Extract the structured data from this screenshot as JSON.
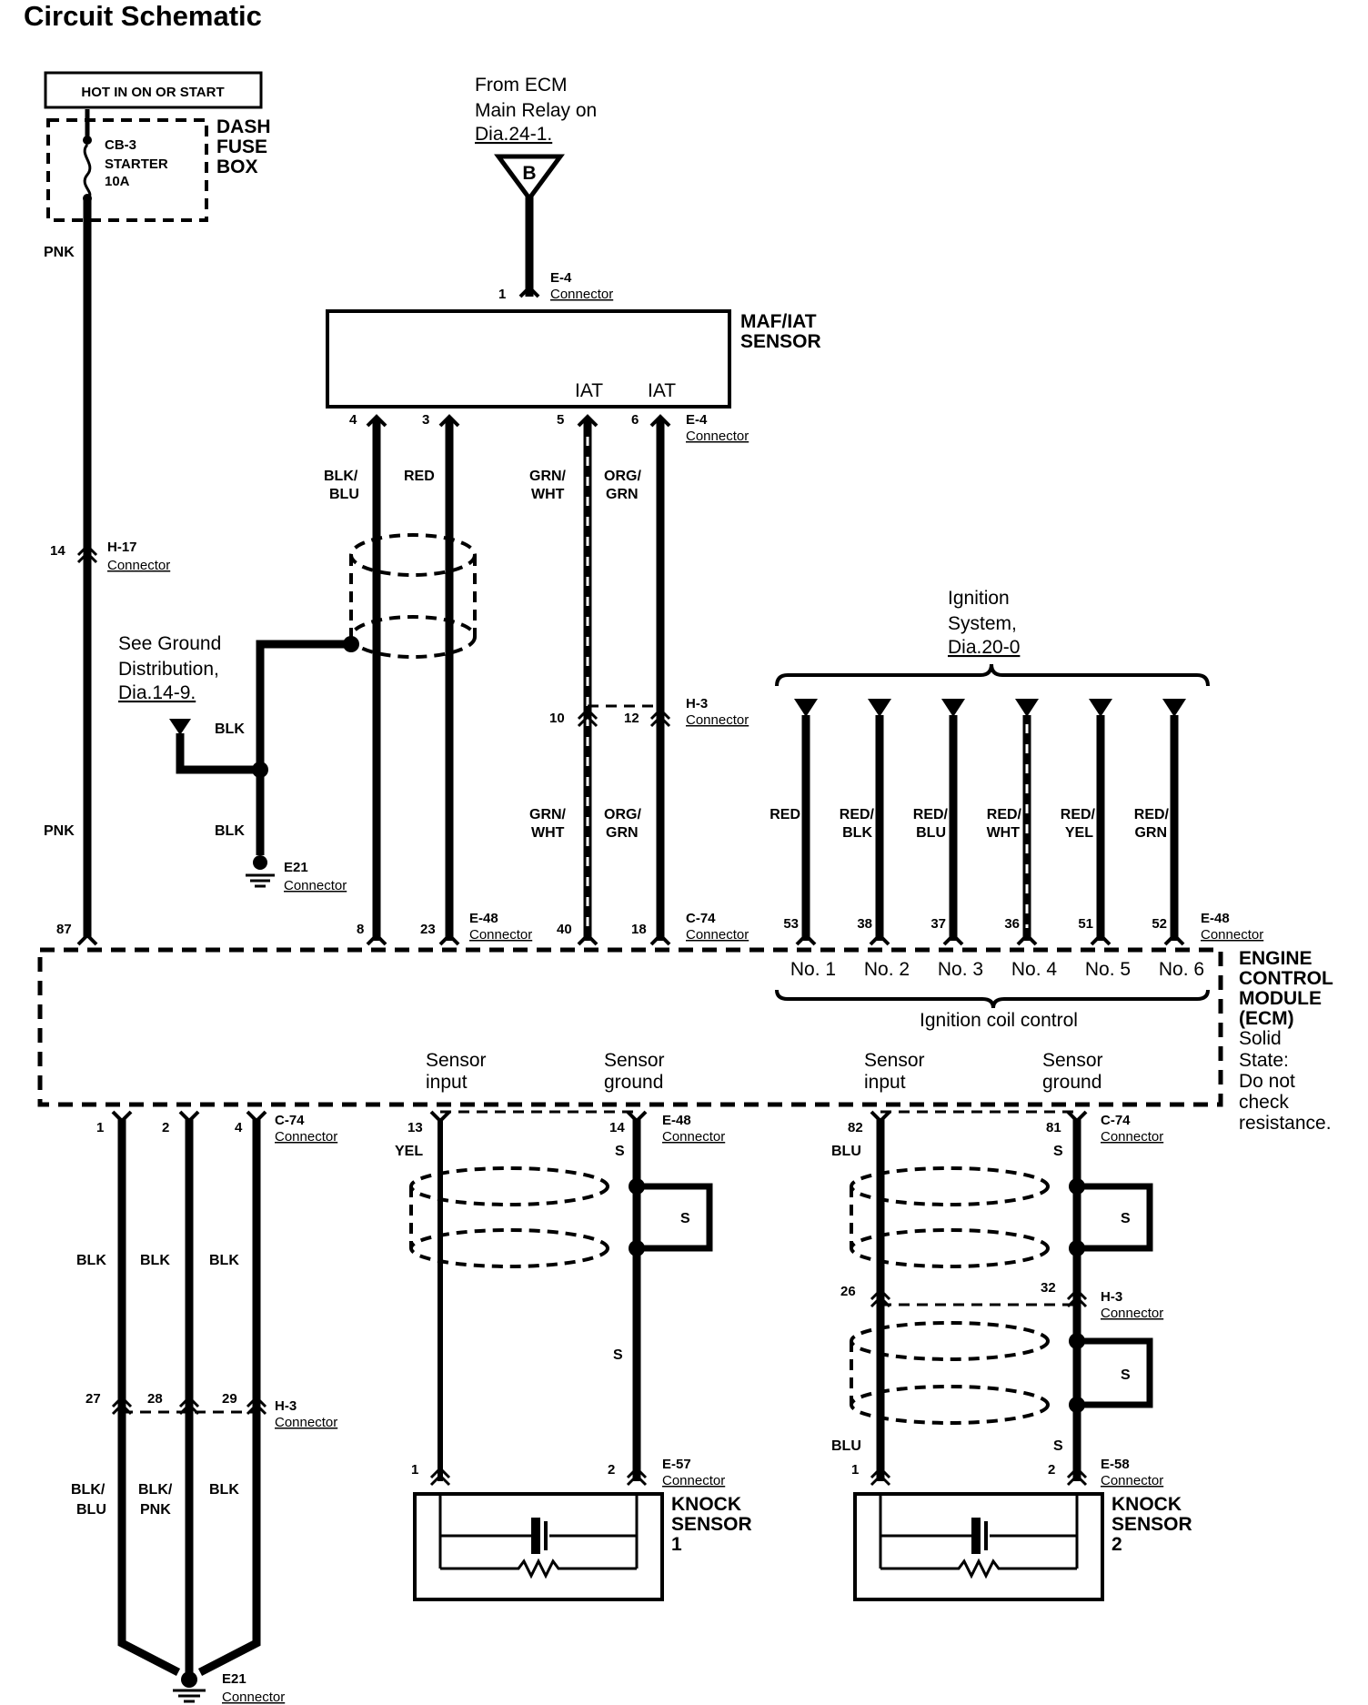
{
  "title": "Circuit Schematic",
  "fuse_box": {
    "hot_label": "HOT IN ON OR START",
    "fuse_id": "CB-3",
    "fuse_name": "STARTER",
    "fuse_rating": "10A",
    "box_label": [
      "DASH",
      "FUSE",
      "BOX"
    ]
  },
  "ecm_relay": {
    "from_lines": [
      "From ECM",
      "Main Relay on",
      "Dia.24-1."
    ],
    "ref_letter": "B"
  },
  "maf": {
    "label": [
      "MAF/IAT",
      "SENSOR"
    ],
    "iat_labels": [
      "IAT",
      "IAT"
    ],
    "top_pin": "1",
    "top_connector": [
      "E-4",
      "Connector"
    ],
    "bottom_connector": [
      "E-4",
      "Connector"
    ],
    "bottom_pins": [
      "4",
      "3",
      "5",
      "6"
    ]
  },
  "wires": {
    "pnk": "PNK",
    "blk_blu": [
      "BLK/",
      "BLU"
    ],
    "red": "RED",
    "grn_wht": [
      "GRN/",
      "WHT"
    ],
    "org_grn": [
      "ORG/",
      "GRN"
    ],
    "blk": "BLK",
    "yel": "YEL",
    "blu": "BLU",
    "s": "S",
    "blk_pnk": [
      "BLK/",
      "PNK"
    ]
  },
  "h17": {
    "pin": "14",
    "connector": [
      "H-17",
      "Connector"
    ]
  },
  "ground_ref": {
    "lines": [
      "See Ground",
      "Distribution,",
      "Dia.14-9."
    ],
    "e21_connector": [
      "E21",
      "Connector"
    ]
  },
  "h3_mid": {
    "pins": [
      "10",
      "12"
    ],
    "connector": [
      "H-3",
      "Connector"
    ]
  },
  "ignition": {
    "lines": [
      "Ignition",
      "System,",
      "Dia.20-0"
    ],
    "wire_colors": [
      [
        "RED",
        ""
      ],
      [
        "RED/",
        "BLK"
      ],
      [
        "RED/",
        "BLU"
      ],
      [
        "RED/",
        "WHT"
      ],
      [
        "RED/",
        "YEL"
      ],
      [
        "RED/",
        "GRN"
      ]
    ],
    "pins": [
      "53",
      "38",
      "37",
      "36",
      "51",
      "52"
    ],
    "coils": [
      "No. 1",
      "No. 2",
      "No. 3",
      "No. 4",
      "No. 5",
      "No. 6"
    ],
    "coil_control": "Ignition coil control"
  },
  "ecm_top": {
    "pin87": "87",
    "pins_e48": [
      "8",
      "23"
    ],
    "e48_connector": [
      "E-48",
      "Connector"
    ],
    "pins_c74": [
      "40",
      "18"
    ],
    "c74_connector": [
      "C-74",
      "Connector"
    ],
    "e48_right_connector": [
      "E-48",
      "Connector"
    ]
  },
  "ecm": {
    "label": [
      "ENGINE",
      "CONTROL",
      "MODULE",
      "(ECM)"
    ],
    "note": [
      "Solid",
      "State:",
      "Do not",
      "check",
      "resistance."
    ],
    "sensor_input": [
      "Sensor",
      "input"
    ],
    "sensor_ground": [
      "Sensor",
      "ground"
    ]
  },
  "ecm_bottom": {
    "left_pins": [
      "1",
      "2",
      "4"
    ],
    "left_connector": [
      "C-74",
      "Connector"
    ],
    "ks1_pins": [
      "13",
      "14"
    ],
    "ks1_connector": [
      "E-48",
      "Connector"
    ],
    "ks2_pins": [
      "82",
      "81"
    ],
    "ks2_connector": [
      "C-74",
      "Connector"
    ]
  },
  "h3_low": {
    "pins": [
      "27",
      "28",
      "29"
    ],
    "connector": [
      "H-3",
      "Connector"
    ]
  },
  "h3_ks2": {
    "pins": [
      "26",
      "32"
    ],
    "connector": [
      "H-3",
      "Connector"
    ]
  },
  "e21_bottom": [
    "E21",
    "Connector"
  ],
  "knock1": {
    "pins": [
      "1",
      "2"
    ],
    "connector": [
      "E-57",
      "Connector"
    ],
    "label": [
      "KNOCK",
      "SENSOR",
      "1"
    ]
  },
  "knock2": {
    "pins": [
      "1",
      "2"
    ],
    "connector": [
      "E-58",
      "Connector"
    ],
    "label": [
      "KNOCK",
      "SENSOR",
      "2"
    ]
  }
}
